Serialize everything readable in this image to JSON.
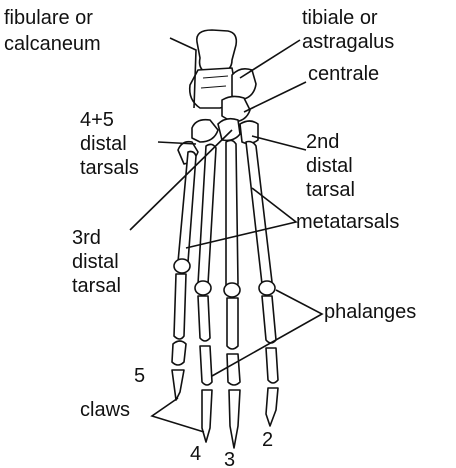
{
  "labels": {
    "fibulare_line1": "fibulare or",
    "fibulare_line2": "calcaneum",
    "tibiale_line1": "tibiale or",
    "tibiale_line2": "astragalus",
    "centrale": "centrale",
    "distal45_line1": "4+5",
    "distal45_line2": "distal",
    "distal45_line3": "tarsals",
    "distal2_line1": "2nd",
    "distal2_line2": "distal",
    "distal2_line3": "tarsal",
    "distal3_line1": "3rd",
    "distal3_line2": "distal",
    "distal3_line3": "tarsal",
    "metatarsals": "metatarsals",
    "phalanges": "phalanges",
    "claws": "claws",
    "digit5": "5",
    "digit4": "4",
    "digit3": "3",
    "digit2": "2"
  }
}
